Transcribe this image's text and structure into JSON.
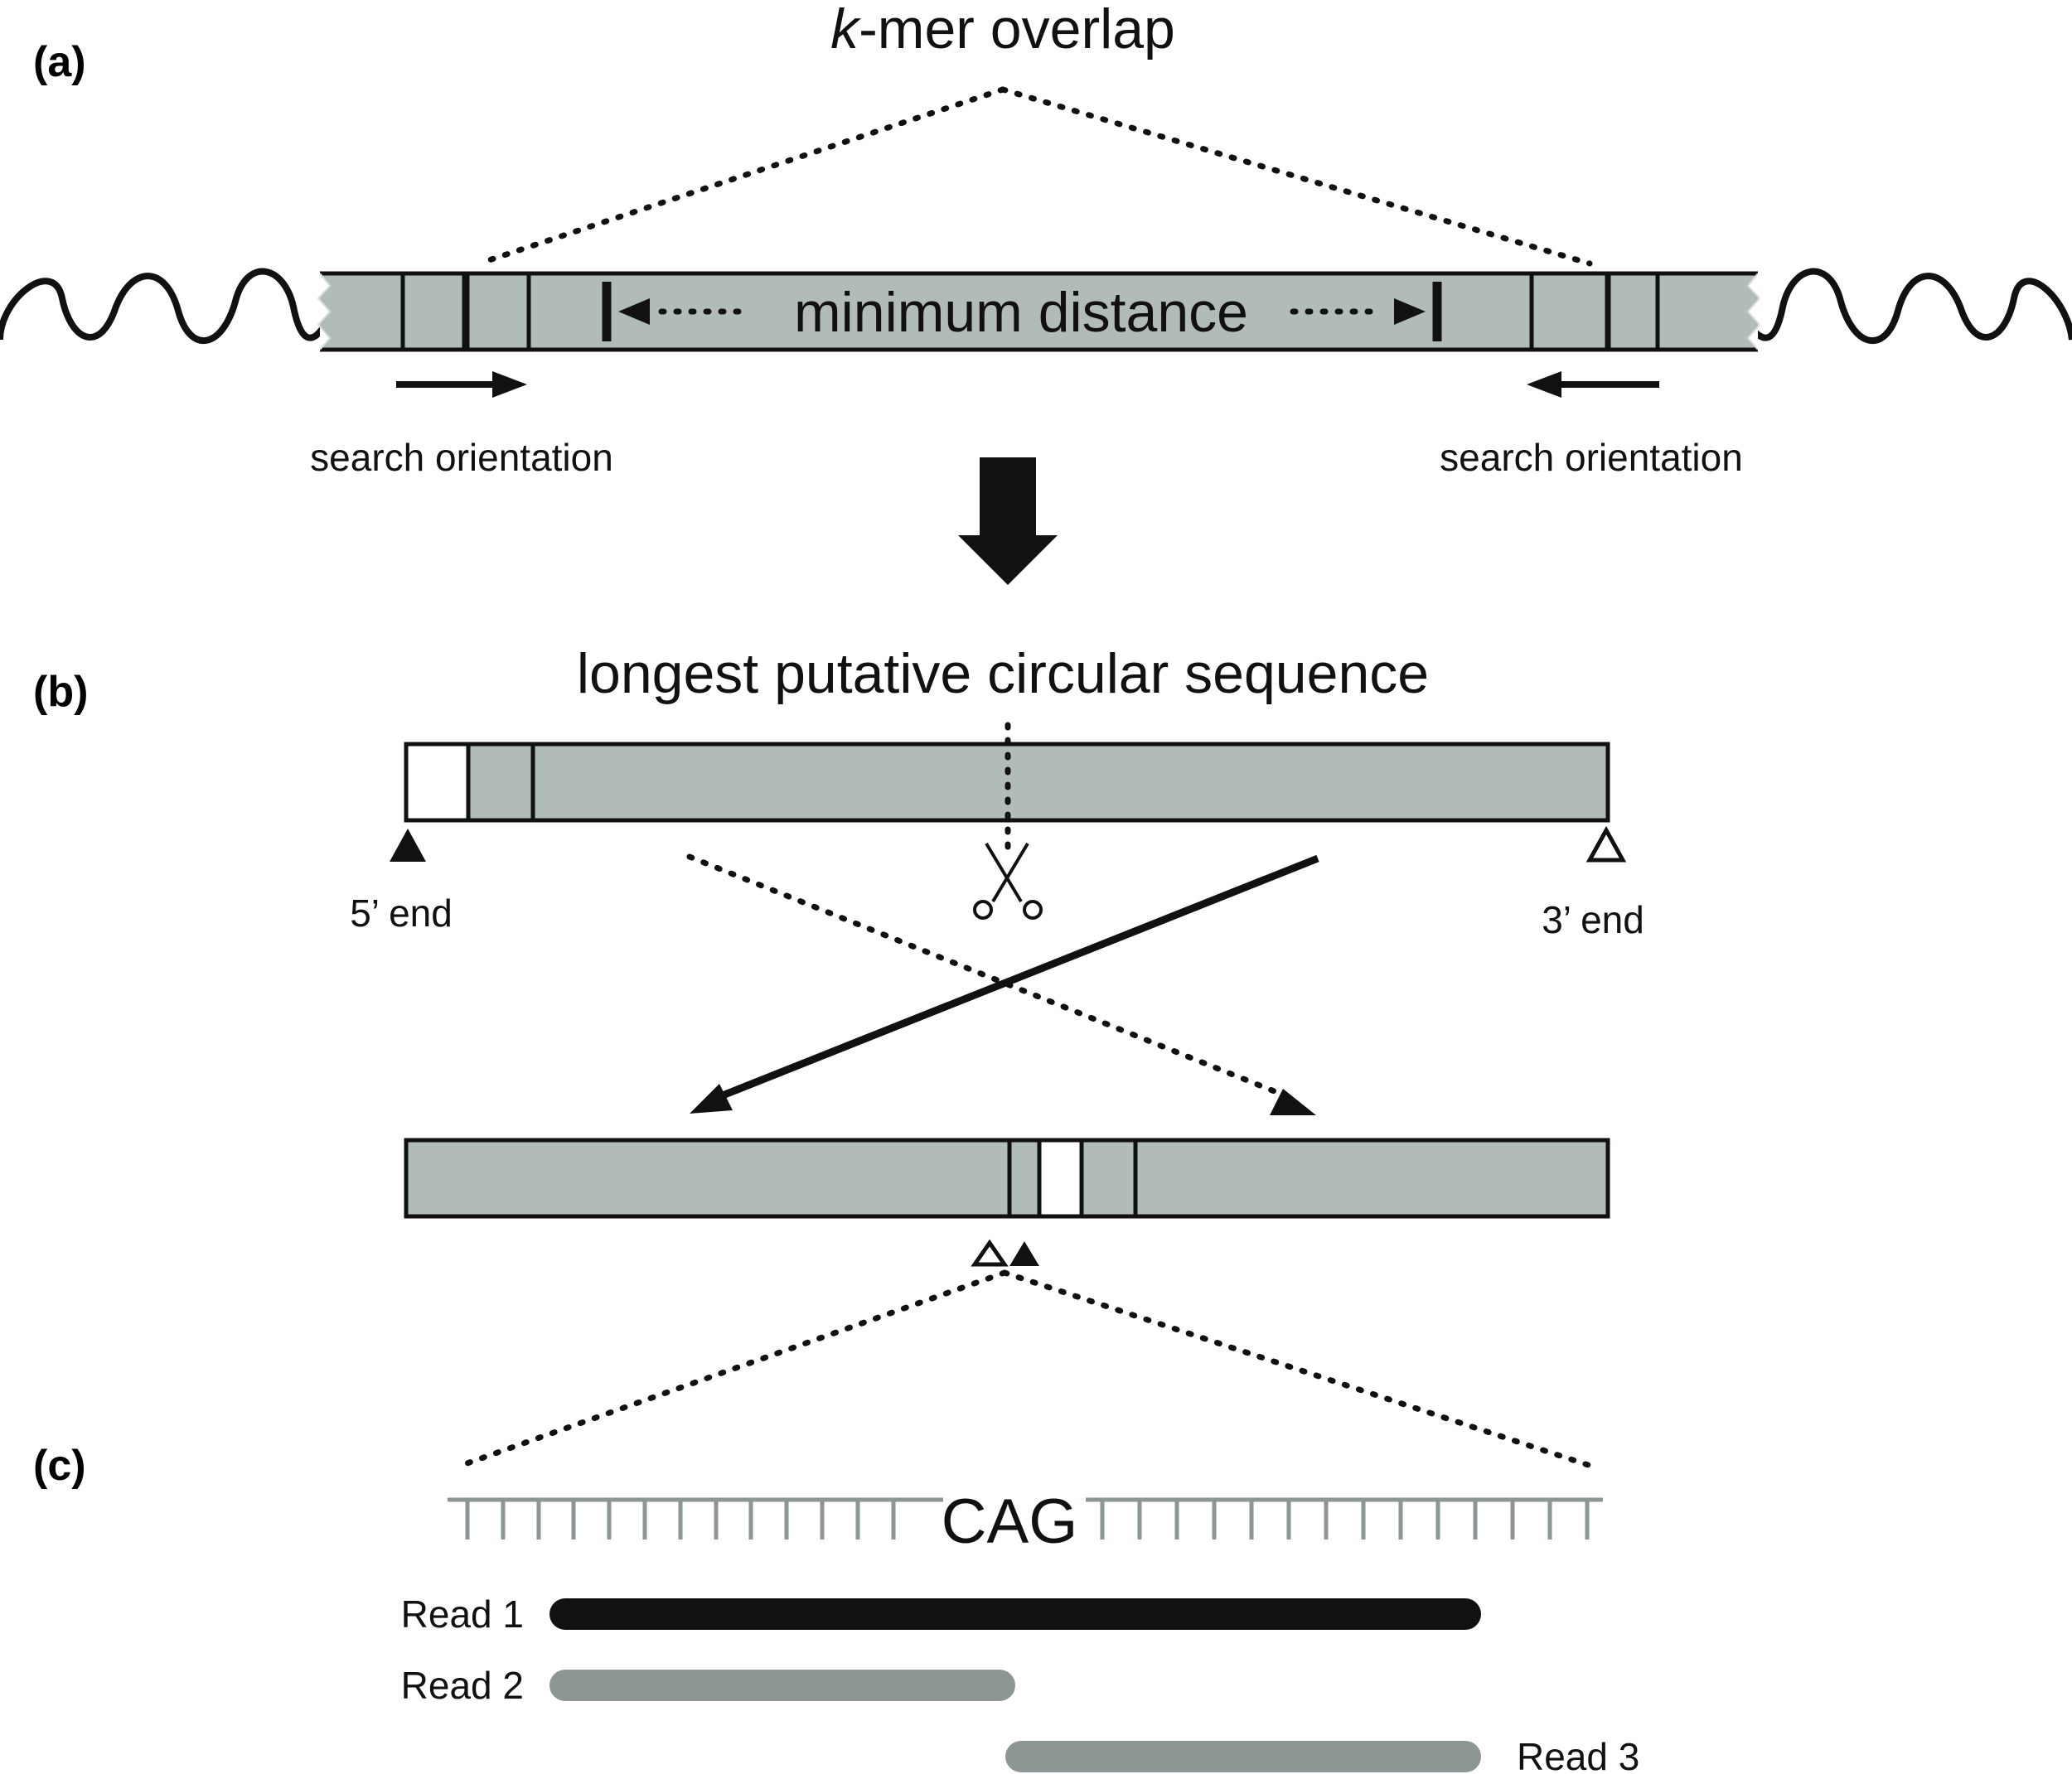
{
  "panels": {
    "a": {
      "label": "(a)",
      "title_k": "k",
      "title_rest": "-mer overlap",
      "center_label": "minimum distance",
      "left_orientation": "search orientation",
      "right_orientation": "search orientation"
    },
    "b": {
      "label": "(b)",
      "title": "longest putative circular sequence",
      "five_prime": "5’ end",
      "three_prime": "3’ end"
    },
    "c": {
      "label": "(c)",
      "sequence_middle": "CAG",
      "reads": [
        {
          "label": "Read  1",
          "color": "#111111"
        },
        {
          "label": "Read  2",
          "color": "#8c9695"
        },
        {
          "label": "Read  3",
          "color": "#8c9695"
        }
      ]
    }
  },
  "colors": {
    "sequence_bar": "#b1bcba",
    "ink": "#111111",
    "tick": "#8c9695"
  },
  "icons": {
    "scissors": "scissors-icon",
    "down_arrow": "down-arrow-icon"
  }
}
